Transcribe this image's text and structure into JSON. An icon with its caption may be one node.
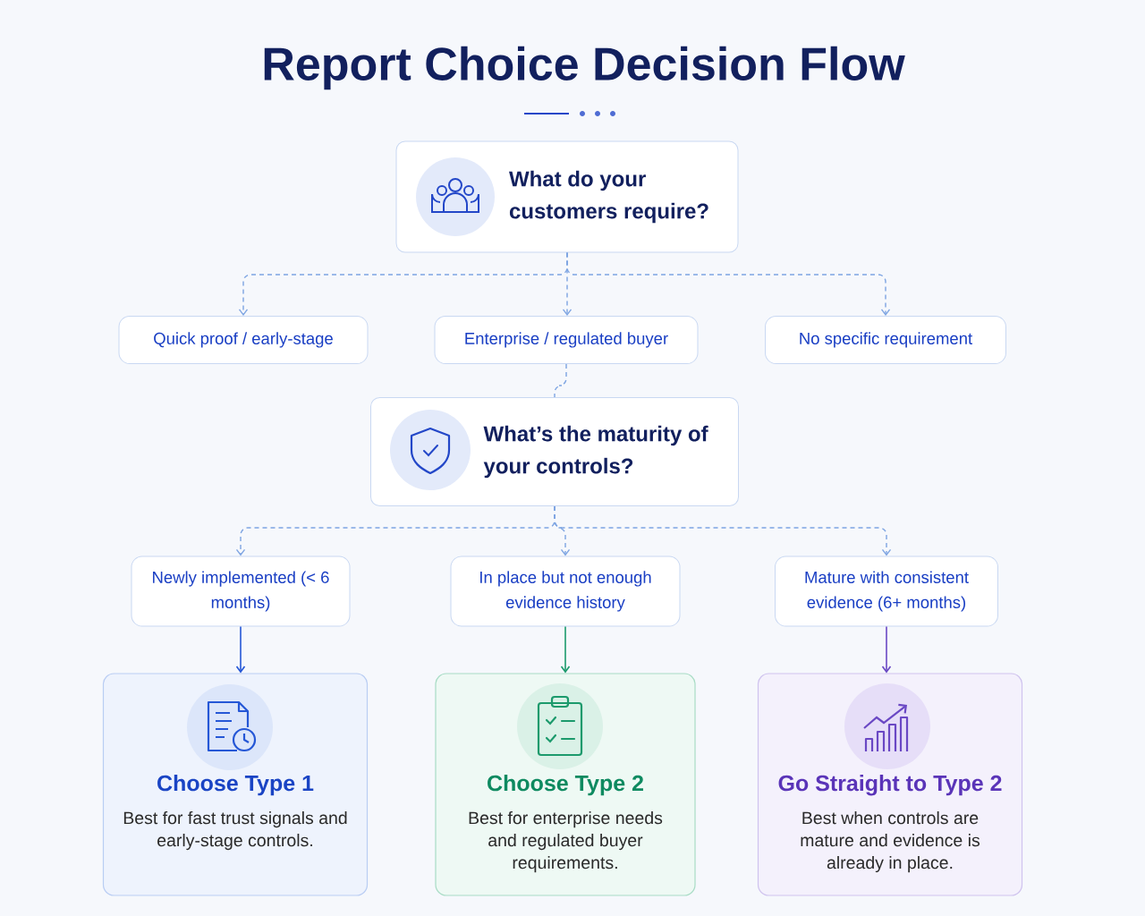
{
  "diagram": {
    "title": "Report Choice Decision Flow",
    "nodes": [
      {
        "text": [
          "What do your customers require?"
        ]
      },
      {
        "text": [
          "Quick proof / early-stage"
        ]
      },
      {
        "text": [
          "Enterprise / regulated buyer"
        ]
      },
      {
        "text": [
          "No specific requirement"
        ]
      },
      {
        "text": [
          "What’s the maturity of your controls?"
        ]
      },
      {
        "text": [
          "Newly implemented (< 6 months)"
        ]
      },
      {
        "text": [
          "In place but not enough evidence history"
        ]
      },
      {
        "text": [
          "Mature with consistent evidence (6+ months)"
        ]
      },
      {
        "text": [
          "Choose Type 1",
          "Best for fast trust signals and early-stage controls."
        ]
      },
      {
        "text": [
          "Choose Type 2",
          "Best for enterprise needs and regulated buyer requirements."
        ]
      },
      {
        "text": [
          "Go Straight to Type 2",
          "Best when controls are mature and evidence is already in place."
        ]
      }
    ],
    "edges": [
      {
        "from": 0,
        "to": 1,
        "arrow": "to",
        "style": "dashed"
      },
      {
        "from": 0,
        "to": 2,
        "arrow": "to",
        "style": "dashed"
      },
      {
        "from": 0,
        "to": 3,
        "arrow": "to",
        "style": "dashed"
      },
      {
        "from": 2,
        "to": 4,
        "arrow": "none",
        "style": "dashed"
      },
      {
        "from": 4,
        "to": 5,
        "arrow": "to",
        "style": "dashed"
      },
      {
        "from": 4,
        "to": 6,
        "arrow": "to",
        "style": "dashed"
      },
      {
        "from": 4,
        "to": 7,
        "arrow": "to",
        "style": "dashed"
      },
      {
        "from": 5,
        "to": 8,
        "arrow": "to",
        "color": "#2557d6"
      },
      {
        "from": 6,
        "to": 9,
        "arrow": "to",
        "color": "#1c9a6c"
      },
      {
        "from": 7,
        "to": 10,
        "arrow": "to",
        "color": "#6a48c4"
      }
    ]
  }
}
